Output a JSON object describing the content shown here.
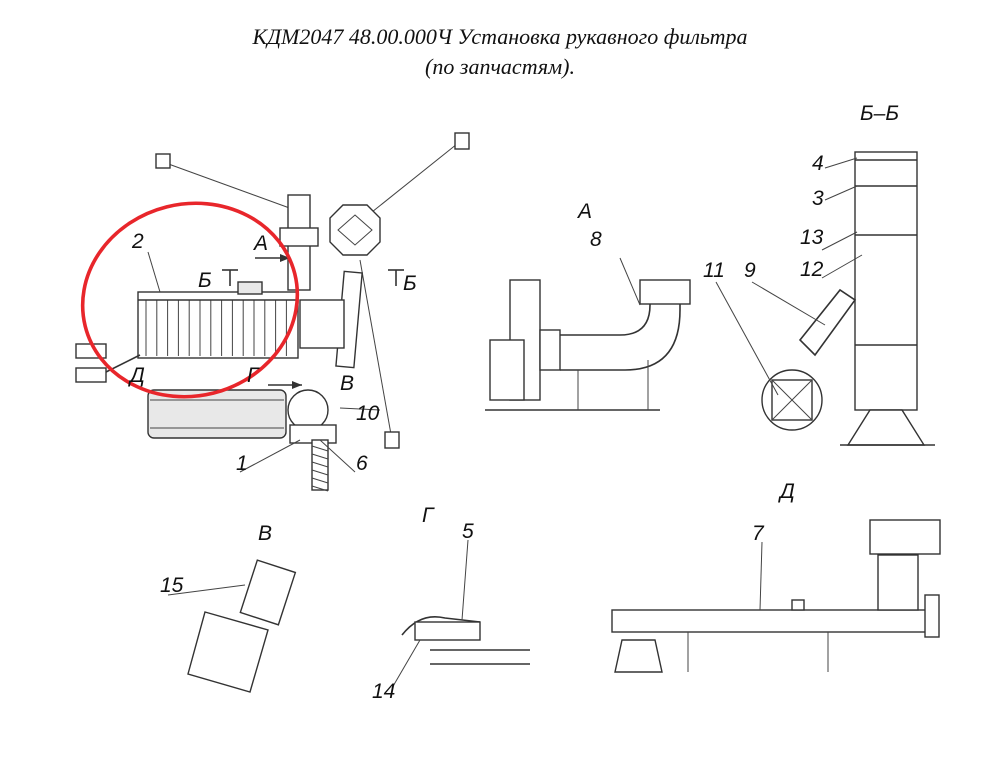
{
  "title": {
    "line1": "КДМ2047 48.00.000Ч Установка рукавного фильтра",
    "line2": "(по запчастям)."
  },
  "colors": {
    "highlight": "#e8262b",
    "ink": "#333333"
  },
  "views": {
    "main": {
      "labels": {
        "l2": "2",
        "lA": "А",
        "lBt1": "Б",
        "lBt2": "Б",
        "lD": "Д",
        "lG": "Г",
        "lV": "В",
        "l10": "10",
        "l1": "1",
        "l6": "6"
      }
    },
    "view_a": {
      "labels": {
        "title": "А",
        "l8": "8"
      }
    },
    "section_bb": {
      "labels": {
        "title": "Б–Б",
        "l4": "4",
        "l3": "3",
        "l13": "13",
        "l12": "12",
        "l11": "11",
        "l9": "9"
      }
    },
    "view_v": {
      "labels": {
        "title": "В",
        "l15": "15"
      }
    },
    "view_g": {
      "labels": {
        "title": "Г",
        "l5": "5",
        "l14": "14"
      }
    },
    "view_d": {
      "labels": {
        "title": "Д",
        "l7": "7"
      }
    }
  }
}
